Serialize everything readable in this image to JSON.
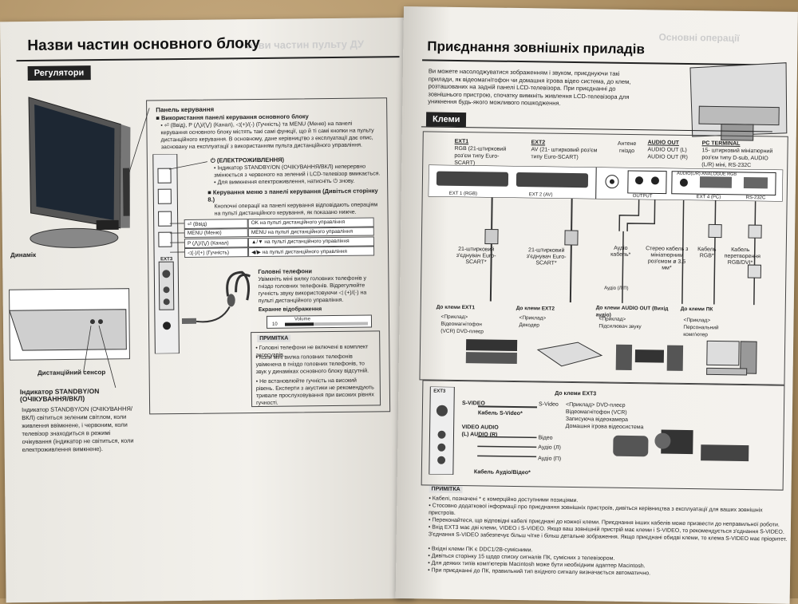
{
  "left": {
    "title": "Назви частин основного блоку",
    "ghost_title": "Назви частин пульту ДУ",
    "tab": "Регулятори",
    "panel_title": "Панель керування",
    "panel_sub": "■ Використання панелі керування основного блоку",
    "panel_text": "• ⏎ (Ввід), P (⋀)/(⋁) (Канал), ◁(+)/(-) (Гучність) та MENU (Меню) на панелі керування основного блоку містять такі самі функції, що й ті самі кнопки на пульту дистанційного керування. В основному, дане керівництво з експлуатації дає опис, засновану на експлуатації з використанням пульта дистанційного управління.",
    "power_title": "⏻ (ЕЛЕКТРОЖИВЛЕННЯ)",
    "power_text1": "• Індикатор STANDBY/ON (ОЧІКУВАННЯ/ВКЛ) неперервно змінюється з червоного на зелений і LCD-телевізор вмикається.",
    "power_text2": "• Для вимкнення електроживлення, натисніть ⏻ знову.",
    "menu_title": "■ Керування меню з панелі керування (Дивіться сторінку 8.)",
    "menu_text": "Кнопочні операції на панелі керування відповідають операціям на пульті дистанційного керування, як показано нижче.",
    "controls": [
      {
        "key": "⏎ (Ввід)",
        "value": "OK на пульті дистанційного управління"
      },
      {
        "key": "MENU (Меню)",
        "value": "MENU на пульті дистанційного управління"
      },
      {
        "key": "P (⋀)/(⋁) (Канал)",
        "value": "▲/▼ на пульті дистанційного управління"
      },
      {
        "key": "◁(-)/(+) (Гучність)",
        "value": "◀/▶ на пульті дистанційного управління"
      }
    ],
    "ext3": "EXT3",
    "headphones_title": "Головні телефони",
    "headphones_text": "Увімкніть міні вилку головних телефонів у гніздо головних телефонів. Відрегулюйте гучність звуку використовуючи ◁ (+)/(-) на пульті дистанційного управління.",
    "screen_title": "Екранне відображення",
    "volume_label": "Volume",
    "volume_value": "10",
    "volume_level": 0.35,
    "note_label": "ПРИМІТКА",
    "notes": [
      "• Головні телефони не включені в комплект аксесуарів.",
      "• Коли міні вилка головних телефонів увімкнена в гніздо головних телефонів, то звук у динаміках основного блоку відсутній.",
      "• Не встановлюйте гучність на високий рівень. Експерти з акустики не рекомендують тривале прослуховування при високих рівнях гучності."
    ],
    "speaker": "Динамік",
    "remote_sensor": "Дистанційний сенсор",
    "indicator_title": "Індикатор STANDBY/ON (ОЧІКУВАННЯ/ВКЛ)",
    "indicator_text": "Індикатор STANDBY/ON (ОЧІКУВАННЯ/ВКЛ) світиться зеленим світлом, коли живлення ввімкнене, і червоним, коли телевізор знаходиться в режимі очікування (індикатор не світиться, коли електроживлення вимкнене)."
  },
  "right": {
    "ghost_title": "Основні операції",
    "title": "Приєднання зовнішніх приладів",
    "intro": "Ви можете насолоджуватися зображенням і звуком, приєднуючи такі прилади, як відеомагнітофон чи домашня ігрова відео система, до клем, розташованих на задній панелі LCD-телевізора. При приєднанні до зовнішнього пристрою, спочатку вимкніть живлення LCD-телевізора для уникнення будь-якого можливого пошкодження.",
    "tab": "Клеми",
    "ext1_label": "EXT1",
    "ext1_desc": "RGB (21-штирковий роз'єм типу Euro-SCART)",
    "ext2_label": "EXT2",
    "ext2_desc": "AV (21- штирковий роз'єм типу Euro-SCART)",
    "antenna": "Антене гніздо",
    "audio_out_label": "AUDIO OUT",
    "audio_out_desc": "AUDIO OUT (L) AUDIO OUT (R)",
    "pc_label": "PC TERMINAL",
    "pc_desc": "15- штирковий мініатюрний роз'єм типу D-sub, AUDIO (L/R) міні, RS-232C",
    "panel_ext1": "EXT 1 (RGB)",
    "panel_ext2": "EXT 2 (AV)",
    "panel_output": "OUTPUT",
    "panel_ext4": "EXT 4 (PC)",
    "panel_rs": "RS-232C",
    "panel_audio": "AUDIO(L/R)",
    "panel_analogue": "ANALOGUE RGB",
    "cable_scart1": "21-штирковий з'єднувач Euro-SCART*",
    "cable_scart2": "21-штирковий з'єднувач Euro-SCART*",
    "cable_audio": "Аудіо кабель*",
    "cable_stereo": "Стерео кабель з мініатюрним роз'ємом ø 3.5 мм*",
    "cable_rgb": "Кабель RGB*",
    "cable_dvi": "Кабель перетворення RGB/DVI*",
    "audio_lr": "Аудіо (Л/П)",
    "to_ext1": "До клеми EXT1",
    "to_ext2": "До клеми EXT2",
    "to_audio_out": "До клеми AUDIO OUT (Вихід аудіо)",
    "to_pc": "До клеми ПК",
    "dev1": "<Приклад> Відеомагнітофон (VCR) DVD-плеєр",
    "dev2": "<Приклад> Декодер",
    "dev3": "<Приклад> Підсилювач звуку",
    "dev4": "<Приклад> Персональний комп'ютер",
    "ext3_label": "EXT3",
    "to_ext3": "До клеми EXT3",
    "svideo": "S-VIDEO",
    "svideo_right": "S-Video",
    "svideo_cable": "Кабель S-Video*",
    "video_audio": "VIDEO AUDIO (L) AUDIO (R)",
    "video_word": "Відео",
    "audio_l": "Аудіо (Л)",
    "audio_r": "Аудіо (П)",
    "av_cable": "Кабель Аудіо/Відео*",
    "ext3_devices": "<Приклад> DVD-плеєр Відеомагнітофон (VCR) Записуюча відеокамера Домашня ігрова відеосистема",
    "note_label": "ПРИМІТКА",
    "notes": [
      "• Кабелі, позначені * є комерційно доступними позиціями.",
      "• Стосовно додаткової інформації про приєднання зовнішніх пристроїв, дивіться керівництва з експлуатації для ваших зовнішніх пристроїв.",
      "• Переконайтеся, що відповідні кабелі приєднані до кожної клеми. Приєднання інших кабелів може призвести до неправильної роботи.",
      "• Вхід EXT3 має дві клеми, VIDEO і S-VIDEO. Якщо ваш зовнішній пристрій має клеми і S-VIDEO, то рекомендується з'єднання S-VIDEO. З'єднання S-VIDEO забезпечує більш чітке і більш детальне зображення. Якщо приєднані обидві клеми, то клема S-VIDEO має пріоритет.",
      "• Вхідні клеми ПК є DDC1/2B-сумісними.",
      "• Дивіться сторінку 15 щодо списку сигналів ПК, сумісних з телевізором.",
      "• Для деяких типів комп'ютерів Macintosh може бути необхідним адаптер Macintosh.",
      "• При приєднанні до ПК, правильний тип вхідного сигналу визначається автоматично."
    ]
  }
}
